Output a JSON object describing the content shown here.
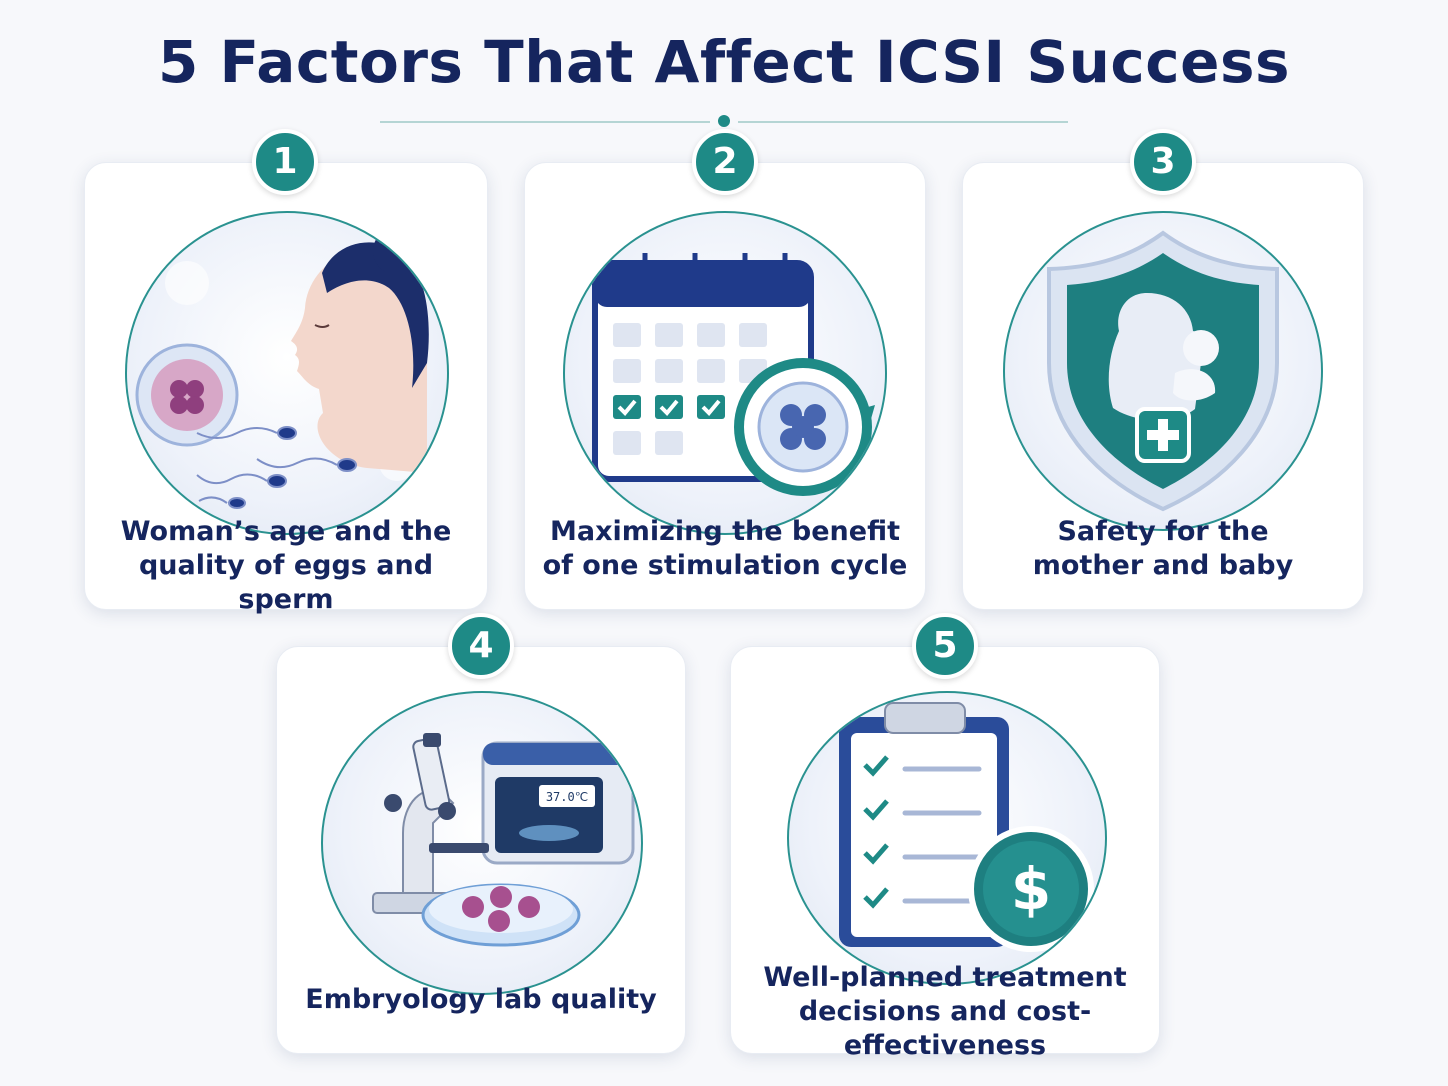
{
  "title": "5 Factors That Affect ICSI Success",
  "colors": {
    "accent": "#1e8a86",
    "heading": "#15255e",
    "navy": "#1f3a8a"
  },
  "factors": [
    {
      "number": "1",
      "line1": "Woman’s age and the",
      "line2": "quality of eggs and sperm",
      "icon": "woman-egg-sperm-icon"
    },
    {
      "number": "2",
      "line1": "Maximizing the benefit",
      "line2": "of one stimulation cycle",
      "icon": "calendar-cycle-icon"
    },
    {
      "number": "3",
      "line1": "Safety for the",
      "line2": "mother and baby",
      "icon": "shield-mother-baby-icon"
    },
    {
      "number": "4",
      "line1": "Embryology lab quality",
      "line2": "",
      "icon": "microscope-incubator-icon",
      "incubator_display": "37.0℃"
    },
    {
      "number": "5",
      "line1": "Well-planned treatment",
      "line2": "decisions and cost-effectiveness",
      "icon": "clipboard-dollar-icon",
      "currency_symbol": "$"
    }
  ]
}
